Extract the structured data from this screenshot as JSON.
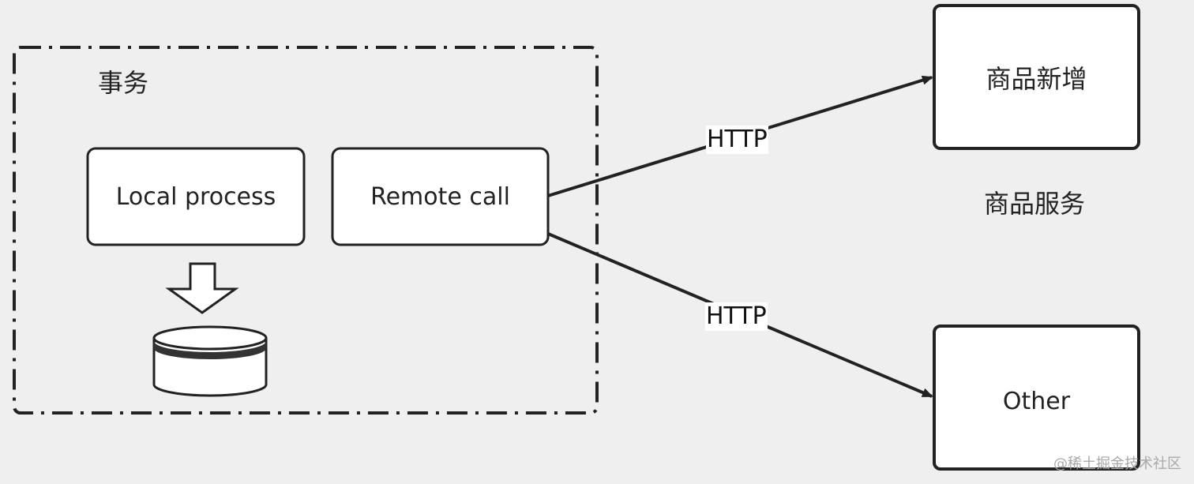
{
  "transaction": {
    "title": "事务",
    "local_process_label": "Local process",
    "remote_call_label": "Remote call"
  },
  "connections": {
    "upper_protocol": "HTTP",
    "lower_protocol": "HTTP"
  },
  "product_service": {
    "node_label": "商品新增",
    "caption": "商品服务"
  },
  "other_service": {
    "node_label": "Other"
  },
  "watermark": "@稀土掘金技术社区",
  "colors": {
    "background": "#efefef",
    "box_fill": "#ffffff",
    "stroke": "#222222"
  },
  "icons": {
    "down_arrow": "hollow-down-arrow-icon",
    "database": "database-cylinder-icon"
  }
}
